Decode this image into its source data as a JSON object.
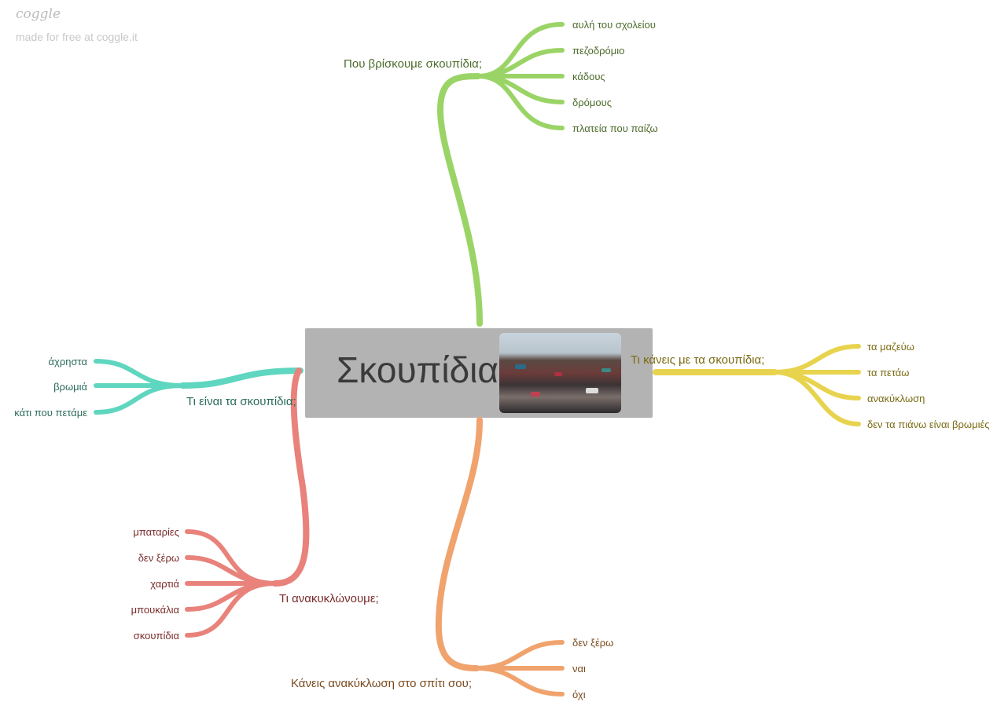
{
  "watermark": {
    "logo": "coggle",
    "credit": "made for free at coggle.it"
  },
  "root": {
    "title": "Σκουπίδια",
    "image": "garbage-pile-photo"
  },
  "branches": {
    "where": {
      "label": "Που βρίσκουμε σκουπίδια;",
      "color": "#9ad466",
      "leaves": [
        "αυλή του σχολείου",
        "πεζοδρόμιο",
        "κάδους",
        "δρόμους",
        "πλατεία που παίζω"
      ]
    },
    "do": {
      "label": "Τι κάνεις με τα σκουπίδια;",
      "color": "#e8d34e",
      "leaves": [
        "τα μαζεύω",
        "τα πετάω",
        "ανακύκλωση",
        "δεν τα πιάνω είναι βρωμιές"
      ]
    },
    "what": {
      "label": "Τι είναι τα σκουπίδια;",
      "color": "#5fd6bf",
      "leaves": [
        "άχρηστα",
        "βρωμιά",
        "κάτι που πετάμε"
      ]
    },
    "recycle": {
      "label": "Τι ανακυκλώνουμε;",
      "color": "#e8827b",
      "leaves": [
        "μπαταρίες",
        "δεν ξέρω",
        "χαρτιά",
        "μπουκάλια",
        "σκουπίδια"
      ]
    },
    "home": {
      "label": "Κάνεις ανακύκλωση στο σπίτι σου;",
      "color": "#f0a36d",
      "leaves": [
        "δεν ξέρω",
        "ναι",
        "όχι"
      ]
    }
  }
}
